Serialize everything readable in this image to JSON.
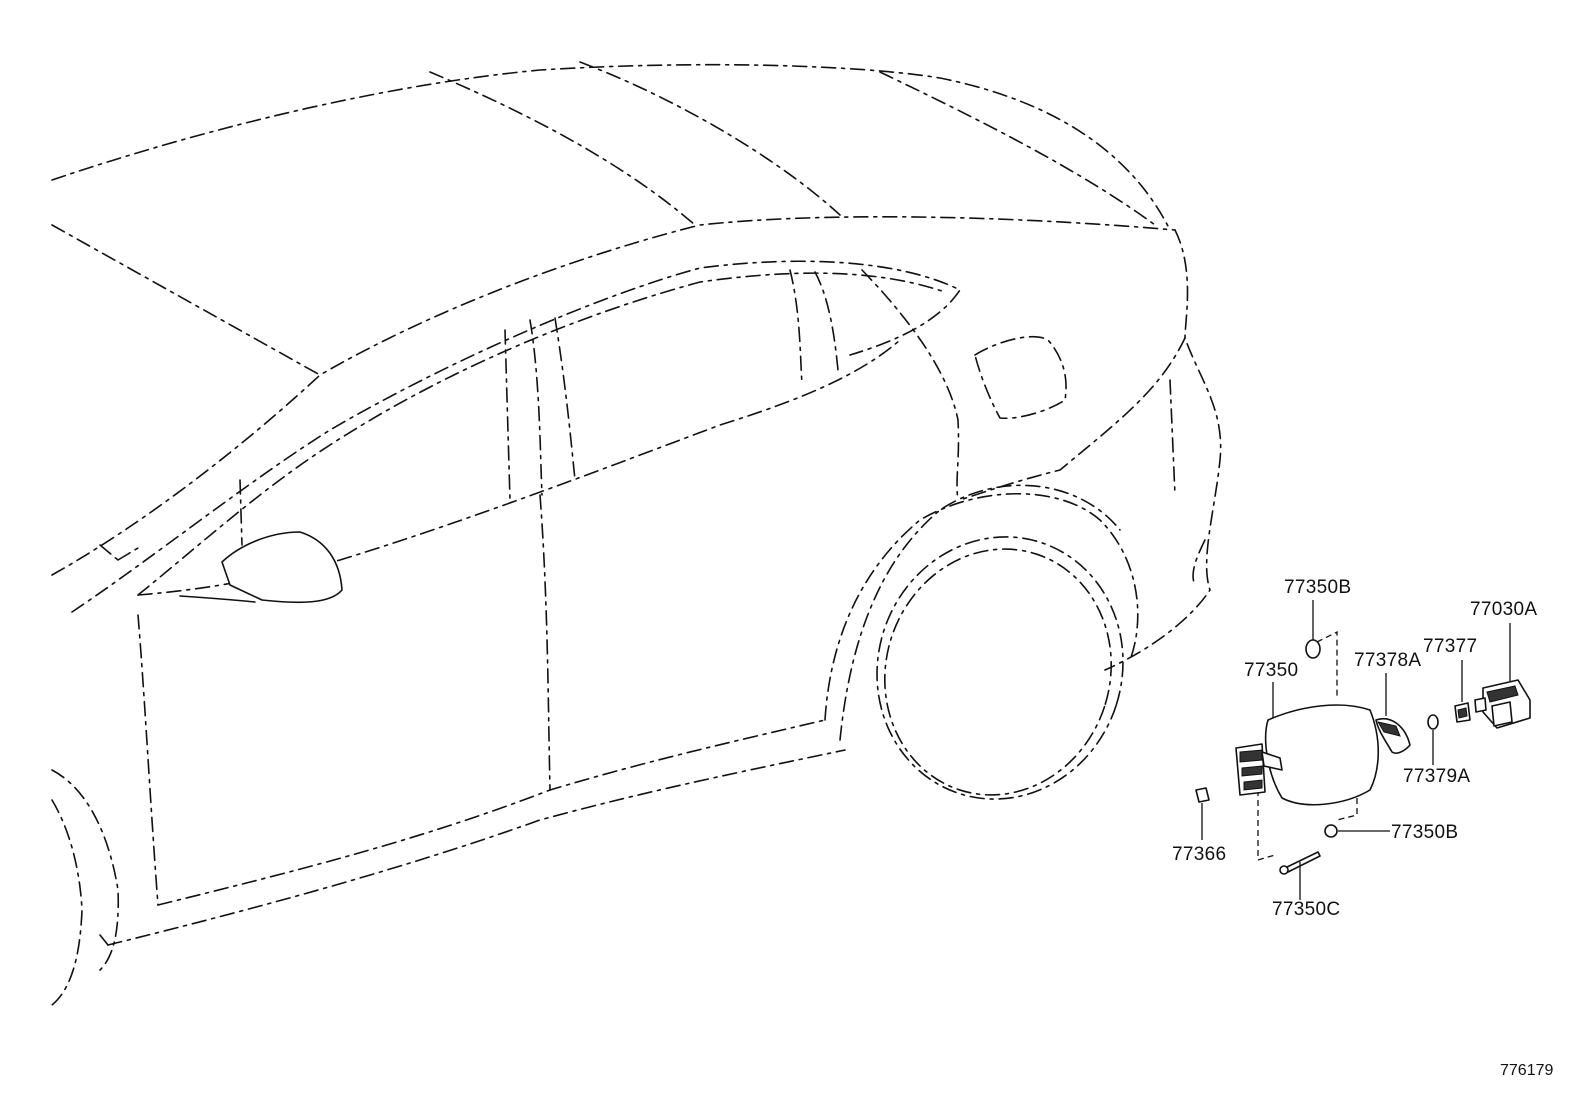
{
  "diagram": {
    "labels": {
      "fuel_lid_assy": "77350",
      "hinge_clip_upper": "77350B",
      "hinge_clip_lower": "77350B",
      "hinge_pin": "77350C",
      "fuel_lid_spring": "77378A",
      "lid_guide": "77377",
      "opener_lock_assy": "77030A",
      "lid_bumper": "77379A",
      "lid_stopper": "77366"
    },
    "figure_ref": "776179"
  }
}
